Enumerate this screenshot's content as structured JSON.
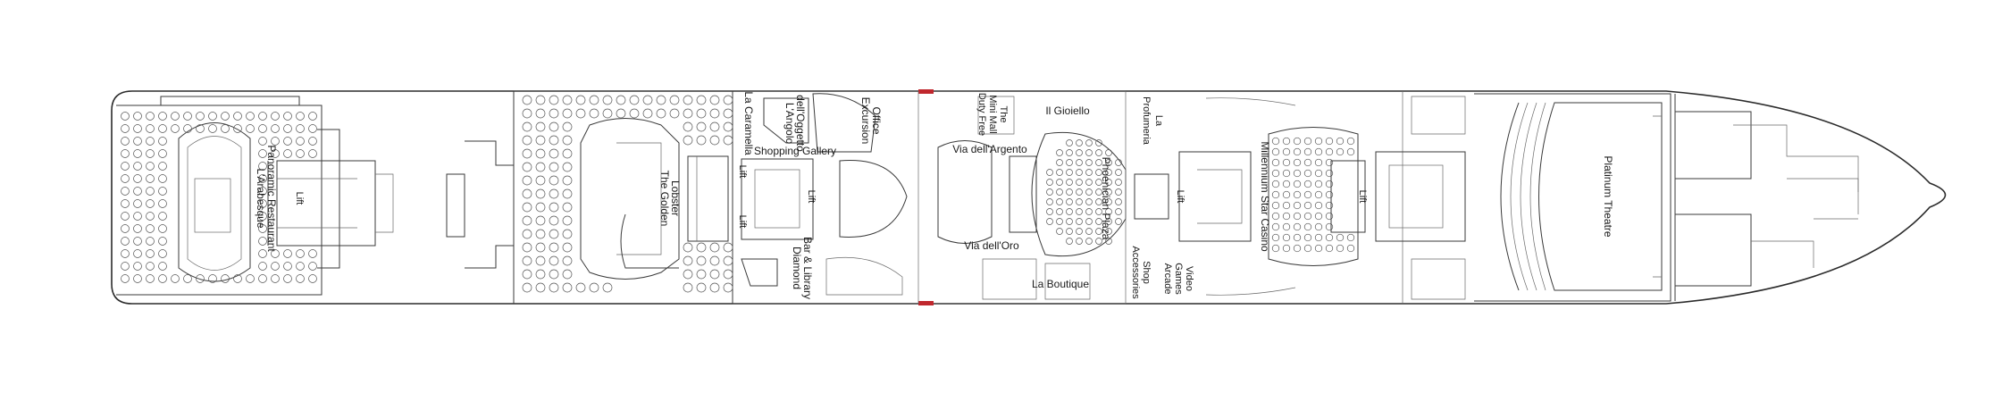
{
  "deck_plan": {
    "accent_color": "#c0272d",
    "hull_color": "#2b2b2b",
    "labels": {
      "arabesque": "L'Arabesque",
      "panoramic": "Panoramic Restaurant",
      "lift_aft": "Lift",
      "golden": "The Golden",
      "lobster": "Lobster",
      "lift_2a": "Lift",
      "lift_2b": "Lift",
      "caramella": "La Caramella",
      "angolo1": "L'Angolo",
      "angolo2": "dell'Oggetto",
      "shopping": "Shopping Gallery",
      "excursion1": "Excursion",
      "excursion2": "Office",
      "lift_3": "Lift",
      "diamond1": "Diamond",
      "diamond2": "Bar & Library",
      "minimall1": "The",
      "minimall2": "Mini Mall",
      "minimall3": "Duty Free",
      "argento": "Via dell'Argento",
      "oro": "Via dell'Oro",
      "gioiello": "Il Gioiello",
      "phoenician": "Phoenician Plaza",
      "boutique": "La Boutique",
      "profumeria1": "La",
      "profumeria2": "Profumeria",
      "lift_4": "Lift",
      "accessories1": "Accessories",
      "accessories2": "Shop",
      "video1": "Video",
      "video2": "Games",
      "video3": "Arcade",
      "casino": "Millennium Star Casino",
      "lift_5": "Lift",
      "theatre": "Platinum Theatre"
    }
  }
}
